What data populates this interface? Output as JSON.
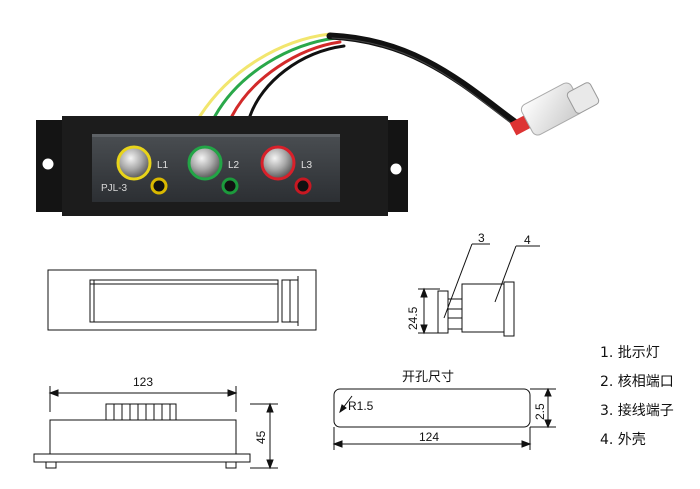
{
  "device": {
    "model_label": "PJL-3",
    "indicators": [
      {
        "label": "L1",
        "ring_color": "#e8d41a",
        "port_color": "#d9b800"
      },
      {
        "label": "L2",
        "ring_color": "#22a546",
        "port_color": "#1c9a3c"
      },
      {
        "label": "L3",
        "ring_color": "#d8202a",
        "port_color": "#c81822"
      }
    ],
    "wire_colors": [
      "#f2e66e",
      "#2aa84a",
      "#d22a2a",
      "#111111"
    ]
  },
  "drawings": {
    "side_view": {
      "callout_3": "3",
      "callout_4": "4",
      "height_dim": "24.5"
    },
    "bottom_view": {
      "width_dim": "123",
      "height_dim": "45"
    },
    "cutout": {
      "title": "开孔尺寸",
      "radius_label": "R1.5",
      "width_dim": "124",
      "height_dim": "2.5"
    }
  },
  "legend": [
    {
      "text": "1. 批示灯"
    },
    {
      "text": "2. 核相端口"
    },
    {
      "text": "3. 接线端子"
    },
    {
      "text": "4. 外壳"
    }
  ]
}
